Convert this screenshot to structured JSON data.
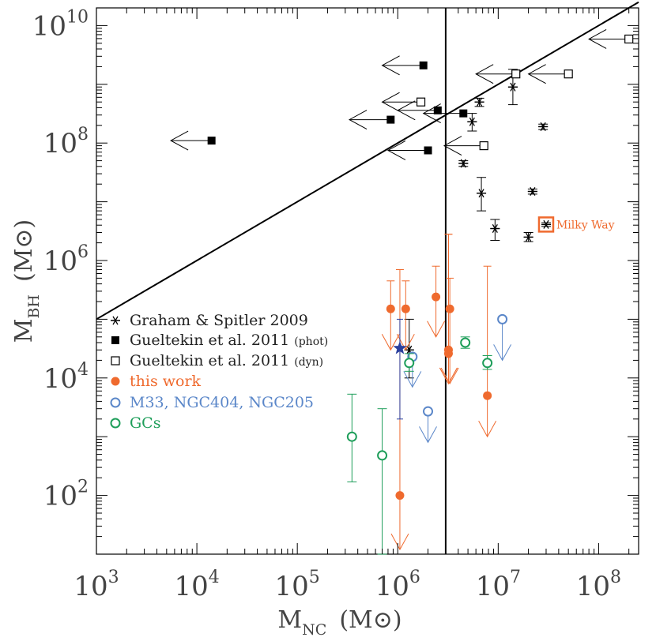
{
  "chart_data": {
    "type": "scatter",
    "xscale": "log",
    "yscale": "log",
    "xlim": [
      1000,
      250000000
    ],
    "ylim": [
      10,
      20000000000
    ],
    "xlabel": {
      "main": "M",
      "sub": "NC",
      "unit": "(M",
      "unit_close": ")"
    },
    "ylabel": {
      "main": "M",
      "sub": "BH",
      "unit": "(M",
      "unit_close": ")"
    },
    "x_ticks": [
      {
        "value": 1000,
        "base": "10",
        "exp": "3"
      },
      {
        "value": 10000,
        "base": "10",
        "exp": "4"
      },
      {
        "value": 100000,
        "base": "10",
        "exp": "5"
      },
      {
        "value": 1000000,
        "base": "10",
        "exp": "6"
      },
      {
        "value": 10000000,
        "base": "10",
        "exp": "7"
      },
      {
        "value": 100000000,
        "base": "10",
        "exp": "8"
      }
    ],
    "y_ticks": [
      {
        "value": 100,
        "base": "10",
        "exp": "2"
      },
      {
        "value": 10000,
        "base": "10",
        "exp": "4"
      },
      {
        "value": 1000000,
        "base": "10",
        "exp": "6"
      },
      {
        "value": 100000000,
        "base": "10",
        "exp": "8"
      },
      {
        "value": 10000000000,
        "base": "10",
        "exp": "10"
      }
    ],
    "reference_lines": {
      "one_to_one": {
        "x": [
          1000,
          250000000
        ],
        "y": [
          100000,
          25000000000
        ]
      },
      "vertical_x": 3000000
    },
    "series": [
      {
        "name": "Graham & Spitler 2009",
        "marker": "asterisk",
        "color": "#000000",
        "points": [
          {
            "x": 6500000,
            "y": 500000000,
            "ylo": 420000000,
            "yhi": 580000000
          },
          {
            "x": 14000000,
            "y": 900000000,
            "ylo": 450000000,
            "yhi": 1800000000
          },
          {
            "x": 5500000,
            "y": 230000000,
            "ylo": 160000000,
            "yhi": 320000000
          },
          {
            "x": 28000000,
            "y": 190000000,
            "ylo": 170000000,
            "yhi": 210000000
          },
          {
            "x": 4500000,
            "y": 45000000,
            "ylo": 40000000,
            "yhi": 50000000
          },
          {
            "x": 22000000,
            "y": 15000000,
            "ylo": 13500000,
            "yhi": 16500000
          },
          {
            "x": 6800000,
            "y": 14000000,
            "ylo": 7000000,
            "yhi": 26000000
          },
          {
            "x": 9300000,
            "y": 3500000,
            "ylo": 2200000,
            "yhi": 5000000
          },
          {
            "x": 20000000,
            "y": 2500000,
            "ylo": 2100000,
            "yhi": 3000000
          },
          {
            "x": 30000000,
            "y": 4100000,
            "ylo": 3800000,
            "yhi": 4400000
          },
          {
            "x": 1300000,
            "y": 30000,
            "ylo": 10000,
            "yhi": 100000
          }
        ]
      },
      {
        "name": "Gueltekin et al. 2011",
        "tag": "(phot)",
        "marker": "square-filled",
        "color": "#000000",
        "points": [
          {
            "x": 14000,
            "y": 110000000,
            "upper_x": 5500
          },
          {
            "x": 1800000,
            "y": 2100000000,
            "upper_x": 700000
          },
          {
            "x": 850000,
            "y": 250000000,
            "upper_x": 330000
          },
          {
            "x": 2500000,
            "y": 360000000,
            "upper_x": 1000000
          },
          {
            "x": 4500000,
            "y": 320000000,
            "upper_x": 1800000
          },
          {
            "x": 2000000,
            "y": 75000000,
            "upper_x": 800000
          }
        ]
      },
      {
        "name": "Gueltekin et al. 2011",
        "tag": "(dyn)",
        "marker": "square-open",
        "color": "#000000",
        "points": [
          {
            "x": 200000000,
            "y": 5900000000,
            "upper_x": 80000000
          },
          {
            "x": 50000000,
            "y": 1500000000,
            "upper_x": 20000000
          },
          {
            "x": 15000000,
            "y": 1500000000,
            "upper_x": 6000000
          },
          {
            "x": 1700000,
            "y": 500000000,
            "upper_x": 700000
          },
          {
            "x": 7200000,
            "y": 90000000,
            "upper_x": 2900000
          }
        ]
      },
      {
        "name": "this work",
        "marker": "circle-filled",
        "color": "#ef6a2e",
        "points": [
          {
            "x": 850000,
            "y": 150000,
            "yhi": 450000,
            "upper_y": 30000
          },
          {
            "x": 1200000,
            "y": 150000,
            "yhi": 450000,
            "upper_y": 30000
          },
          {
            "x": 2400000,
            "y": 240000,
            "yhi": 800000,
            "upper_y": 50000
          },
          {
            "x": 3300000,
            "y": 150000,
            "yhi": 500000,
            "upper_y": 8000
          },
          {
            "x": 3200000,
            "y": 30000,
            "yhi": 2800000,
            "upper_y": 8000
          },
          {
            "x": 3200000,
            "y": 26000,
            "yhi": 2800000,
            "upper_y": 8000
          },
          {
            "x": 1050000,
            "y": 100,
            "yhi": 700000,
            "upper_y": 12
          },
          {
            "x": 7800000,
            "y": 5000,
            "yhi": 800000,
            "upper_y": 1000
          }
        ]
      },
      {
        "name": "M33, NGC404, NGC205",
        "marker": "circle-open",
        "color": "#5b87c9",
        "points": [
          {
            "x": 1400000,
            "y": 23000,
            "upper_y": 7000
          },
          {
            "x": 2000000,
            "y": 2700,
            "upper_y": 800
          },
          {
            "x": 11000000,
            "y": 100000,
            "upper_y": 20000
          }
        ]
      },
      {
        "name": "GCs",
        "marker": "circle-open",
        "color": "#1e9e5a",
        "points": [
          {
            "x": 350000,
            "y": 1000,
            "ylo": 170,
            "yhi": 5300
          },
          {
            "x": 700000,
            "y": 480,
            "ylo": 10,
            "yhi": 3000
          },
          {
            "x": 1300000,
            "y": 18000,
            "ylo": 13000,
            "yhi": 26000
          },
          {
            "x": 4700000,
            "y": 40000,
            "ylo": 32000,
            "yhi": 50000
          },
          {
            "x": 7800000,
            "y": 18000,
            "ylo": 14000,
            "yhi": 24000
          }
        ]
      }
    ],
    "extra_markers": [
      {
        "marker": "star",
        "x": 1050000,
        "y": 32000,
        "ylo": 2000,
        "yhi": 100000,
        "color": "#2a3f9e"
      }
    ],
    "annotations": [
      {
        "text": "Milky Way",
        "x": 30000000,
        "y": 4100000,
        "color": "#ef6a2e"
      }
    ],
    "legend": {
      "position": "left-middle"
    }
  }
}
